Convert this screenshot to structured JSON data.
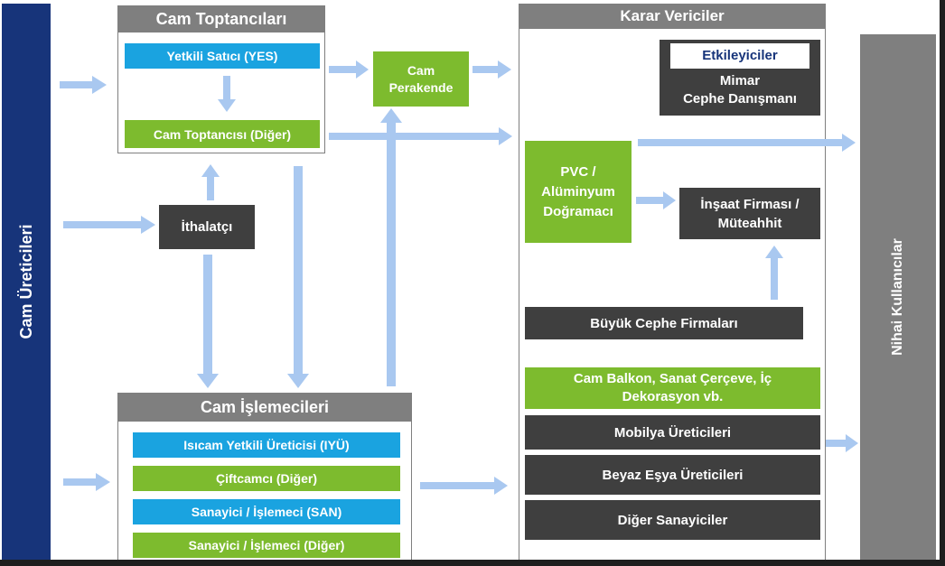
{
  "colors": {
    "green": "#7dbb2e",
    "blue": "#1aa3e0",
    "dark": "#3f3f3f",
    "grey": "#7f7f7f",
    "navy": "#17347a",
    "arrow": "#a9c8f0"
  },
  "left_bar": {
    "label": "Cam Üreticileri"
  },
  "right_bar": {
    "label": "Nihai Kullanıcılar"
  },
  "wholesalers": {
    "title": "Cam Toptancıları",
    "authorized": "Yetkili Satıcı (YES)",
    "other": "Cam Toptancısı (Diğer)"
  },
  "retail": {
    "line1": "Cam",
    "line2": "Perakende"
  },
  "importer": {
    "label": "İthalatçı"
  },
  "processors": {
    "title": "Cam İşlemecileri",
    "items": [
      "Isıcam Yetkili Üreticisi (IYÜ)",
      "Çiftcamcı (Diğer)",
      "Sanayici / İşlemeci (SAN)",
      "Sanayici / İşlemeci  (Diğer)"
    ]
  },
  "decision_makers": {
    "title": "Karar Vericiler",
    "influencers": {
      "title": "Etkileyiciler",
      "line1": "Mimar",
      "line2": "Cephe Danışmanı"
    },
    "pvc": {
      "line1": "PVC  /",
      "line2": "Alüminyum",
      "line3": "Doğramacı"
    },
    "construction": {
      "line1": "İnşaat Firması /",
      "line2": "Müteahhit"
    },
    "facade": "Büyük Cephe Firmaları",
    "balcony": {
      "line1": "Cam Balkon, Sanat Çerçeve, İç",
      "line2": "Dekorasyon vb."
    },
    "furniture": "Mobilya Üreticileri",
    "appliances": "Beyaz Eşya Üreticileri",
    "other_industry": "Diğer Sanayiciler"
  }
}
